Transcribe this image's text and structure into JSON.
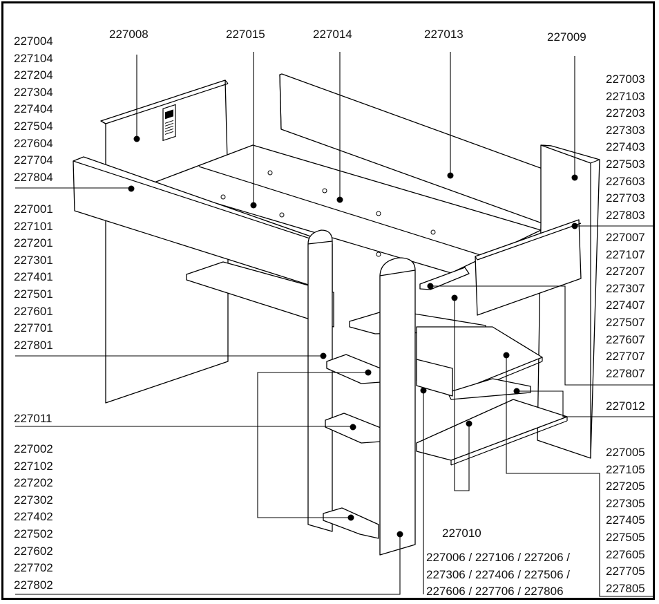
{
  "labels": {
    "top_left_group": [
      "227004",
      "227104",
      "227204",
      "227304",
      "227404",
      "227504",
      "227604",
      "227704",
      "227804"
    ],
    "left_middle_group": [
      "227001",
      "227101",
      "227201",
      "227301",
      "227401",
      "227501",
      "227601",
      "227701",
      "227801"
    ],
    "left_single": "227011",
    "left_bottom_group": [
      "227002",
      "227102",
      "227202",
      "227302",
      "227402",
      "227502",
      "227602",
      "227702",
      "227802"
    ],
    "top_1": "227008",
    "top_2": "227015",
    "top_3": "227014",
    "top_4": "227013",
    "top_5": "227009",
    "right_top_group": [
      "227003",
      "227103",
      "227203",
      "227303",
      "227403",
      "227503",
      "227603",
      "227703",
      "227803"
    ],
    "right_middle_group": [
      "227007",
      "227107",
      "227207",
      "227307",
      "227407",
      "227507",
      "227607",
      "227707",
      "227807"
    ],
    "right_single": "227012",
    "right_bottom_group": [
      "227005",
      "227105",
      "227205",
      "227305",
      "227405",
      "227505",
      "227605",
      "227705",
      "227805"
    ],
    "bottom_center": "227010",
    "bottom_multi": [
      "227006 / 227106 / 227206 /",
      "227306 / 227406 / 227506 /",
      "227606 / 227706 / 227806"
    ]
  }
}
